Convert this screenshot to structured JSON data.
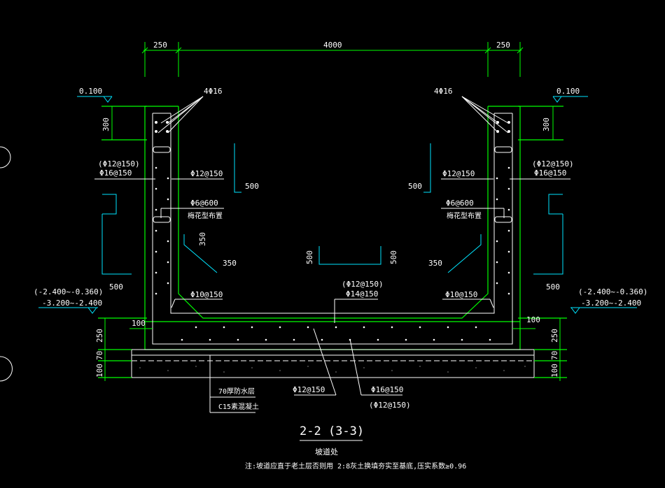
{
  "dims_top": {
    "left": "250",
    "middle": "4000",
    "right": "250"
  },
  "left": {
    "elev_top": "0.100",
    "dim_300": "300",
    "rebar_corner": "4Φ16",
    "vert_bar_alt": "(Φ12@150)",
    "vert_bar": "Φ16@150",
    "inner_bar": "Φ12@150",
    "tie_bar": "Φ6@600",
    "tie_note": "梅花型布置",
    "hook_500": "500",
    "haunch_350_a": "350",
    "haunch_350_b": "350",
    "base_500": "500",
    "elev_bottom_alt": "(-2.400~-0.360)",
    "elev_bottom": "-3.200~-2.400",
    "slab_bar": "Φ10@150",
    "dim_100": "100",
    "dim_250": "250",
    "dim_70": "70",
    "dim_100b": "100"
  },
  "right": {
    "elev_top": "0.100",
    "dim_300": "300",
    "rebar_corner": "4Φ16",
    "vert_bar_alt": "(Φ12@150)",
    "vert_bar": "Φ16@150",
    "inner_bar": "Φ12@150",
    "tie_bar": "Φ6@600",
    "tie_note": "梅花型布置",
    "hook_500": "500",
    "haunch_350": "350",
    "base_500": "500",
    "elev_bottom_alt": "(-2.400~-0.360)",
    "elev_bottom": "-3.200~-2.400",
    "slab_bar": "Φ10@150",
    "dim_100": "100",
    "dim_250": "250",
    "dim_70": "70",
    "dim_100b": "100"
  },
  "center": {
    "top_bar_alt": "(Φ12@150)",
    "top_bar": "Φ14@150",
    "bent_500_left": "500",
    "bent_500_right": "500",
    "bottom_bar_left": "Φ12@150",
    "bottom_bar_right": "Φ16@150",
    "bottom_bar_right_alt": "(Φ12@150)",
    "layer_waterproof": "70厚防水层",
    "layer_concrete": "C15素混凝土"
  },
  "title": {
    "main": "2-2  (3-3)",
    "sub": "坡道处",
    "note": "注:坡道应直于老土层否则用 2:8灰土换填夯实至基底,压实系数≥0.96"
  },
  "colors": {
    "structure": "#00ff00",
    "rebar": "#00e5ff",
    "text": "#ffffff",
    "background": "#000000"
  }
}
